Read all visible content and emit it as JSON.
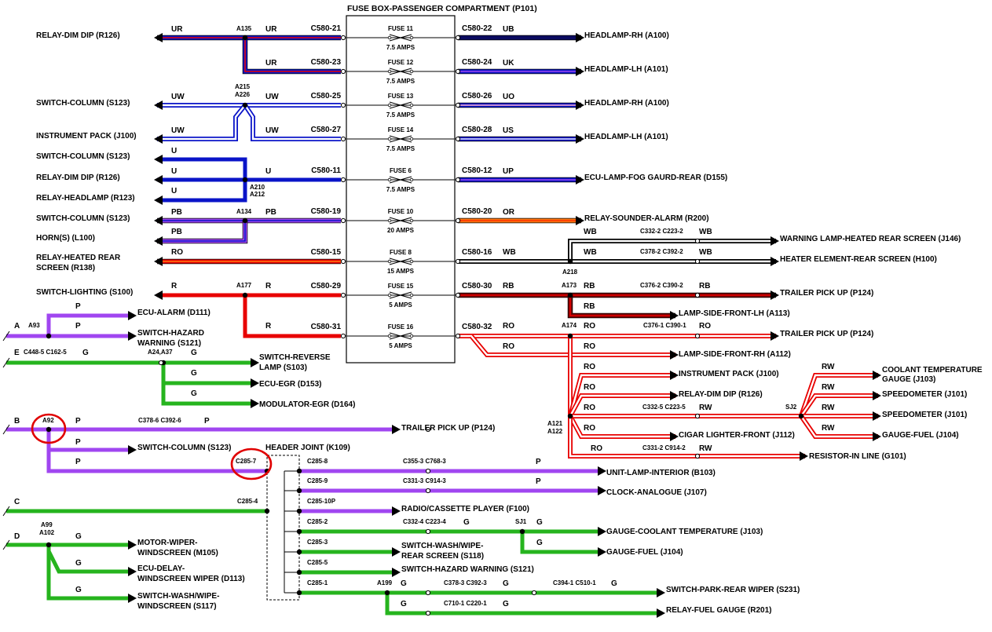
{
  "fuse_box": {
    "title": "FUSE BOX-PASSENGER COMPARTMENT (P101)",
    "fuses": [
      {
        "name": "FUSE 11",
        "rating": "7.5 AMPS",
        "in": "C580-21",
        "out": "C580-22"
      },
      {
        "name": "FUSE 12",
        "rating": "7.5 AMPS",
        "in": "C580-23",
        "out": "C580-24"
      },
      {
        "name": "FUSE 13",
        "rating": "7.5 AMPS",
        "in": "C580-25",
        "out": "C580-26"
      },
      {
        "name": "FUSE 14",
        "rating": "7.5 AMPS",
        "in": "C580-27",
        "out": "C580-28"
      },
      {
        "name": "FUSE 6",
        "rating": "7.5 AMPS",
        "in": "C580-11",
        "out": "C580-12"
      },
      {
        "name": "FUSE 10",
        "rating": "20 AMPS",
        "in": "C580-19",
        "out": "C580-20"
      },
      {
        "name": "FUSE 8",
        "rating": "15 AMPS",
        "in": "C580-15",
        "out": "C580-16"
      },
      {
        "name": "FUSE 15",
        "rating": "5 AMPS",
        "in": "C580-29",
        "out": "C580-30"
      },
      {
        "name": "FUSE 16",
        "rating": "5 AMPS",
        "in": "C580-31",
        "out": "C580-32"
      }
    ]
  },
  "left_components": [
    "RELAY-DIM DIP (R126)",
    "SWITCH-COLUMN (S123)",
    "INSTRUMENT PACK (J100)",
    "SWITCH-COLUMN (S123)",
    "RELAY-DIM DIP (R126)",
    "RELAY-HEADLAMP (R123)",
    "SWITCH-COLUMN (S123)",
    "HORN(S) (L100)",
    "RELAY-HEATED REAR",
    "SCREEN (R138)",
    "SWITCH-LIGHTING (S100)"
  ],
  "right_components": [
    "HEADLAMP-RH (A100)",
    "HEADLAMP-LH (A101)",
    "HEADLAMP-RH (A100)",
    "HEADLAMP-LH (A101)",
    "ECU-LAMP-FOG GAURD-REAR (D155)",
    "RELAY-SOUNDER-ALARM (R200)",
    "WARNING LAMP-HEATED REAR SCREEN (J146)",
    "HEATER ELEMENT-REAR SCREEN (H100)",
    "TRAILER PICK UP (P124)",
    "LAMP-SIDE-FRONT-LH (A113)",
    "TRAILER PICK UP (P124)",
    "LAMP-SIDE-FRONT-RH (A112)",
    "INSTRUMENT PACK (J100)",
    "RELAY-DIM DIP (R126)",
    "SPEEDOMETER (J101)",
    "CIGAR LIGHTER-FRONT (J112)",
    "RESISTOR-IN LINE (G101)",
    "COOLANT TEMPERATURE",
    "GAUGE (J103)",
    "SPEEDOMETER (J101)",
    "GAUGE-FUEL (J104)"
  ],
  "lower_components": [
    "ECU-ALARM (D111)",
    "SWITCH-HAZARD",
    "WARNING (S121)",
    "SWITCH-REVERSE",
    "LAMP (S103)",
    "ECU-EGR (D153)",
    "MODULATOR-EGR (D164)",
    "TRAILER PICK UP (P124)",
    "SWITCH-COLUMN (S123)",
    "HEADER JOINT (K109)",
    "UNIT-LAMP-INTERIOR (B103)",
    "CLOCK-ANALOGUE (J107)",
    "RADIO/CASSETTE PLAYER (F100)",
    "GAUGE-COOLANT TEMPERATURE (J103)",
    "GAUGE-FUEL (J104)",
    "SWITCH-WASH/WIPE-",
    "REAR SCREEN (S118)",
    "SWITCH-HAZARD WARNING (S121)",
    "SWITCH-PARK-REAR WIPER (S231)",
    "RELAY-FUEL GAUGE (R201)",
    "MOTOR-WIPER-",
    "WINDSCREEN (M105)",
    "ECU-DELAY-",
    "WINDSCREEN WIPER (D113)",
    "SWITCH-WASH/WIPE-",
    "WINDSCREEN (S117)"
  ],
  "wire_codes": [
    "UR",
    "UB",
    "UK",
    "UW",
    "UO",
    "US",
    "U",
    "UP",
    "PB",
    "OR",
    "RO",
    "WB",
    "R",
    "RB",
    "RW",
    "P",
    "G",
    "A",
    "B",
    "C",
    "D",
    "E",
    "SJ1",
    "SJ2"
  ],
  "connectors": [
    "A135",
    "A215",
    "A226",
    "A210",
    "A212",
    "A134",
    "A218",
    "A177",
    "A173",
    "A174",
    "A121",
    "A122",
    "A93",
    "A24,A37",
    "A92",
    "A99",
    "A102",
    "A199",
    "C332-2 C223-2",
    "C378-2 C392-2",
    "C376-2 C390-2",
    "C376-1 C390-1",
    "C332-5 C223-5",
    "C331-2 C914-2",
    "C448-5 C162-5",
    "C378-6 C392-6",
    "C285-7",
    "C285-8",
    "C285-9",
    "C285-10P",
    "C285-4",
    "C285-2",
    "C285-3",
    "C285-5",
    "C285-1",
    "C355-3 C768-3",
    "C331-3 C914-3",
    "C332-4 C223-4",
    "C378-3 C392-3",
    "C394-1 C510-1",
    "C710-1 C220-1"
  ],
  "colors": {
    "blue": "#0a14c8",
    "red": "#e80000",
    "purple": "#a046f0",
    "green": "#26b41e",
    "orange": "#ff7a10",
    "dark_red": "#7a0000",
    "highlight": "#e00000"
  },
  "icons": [
    "fuse-icon",
    "arrow-icon",
    "splice-dot-icon",
    "highlight-circle-icon"
  ]
}
